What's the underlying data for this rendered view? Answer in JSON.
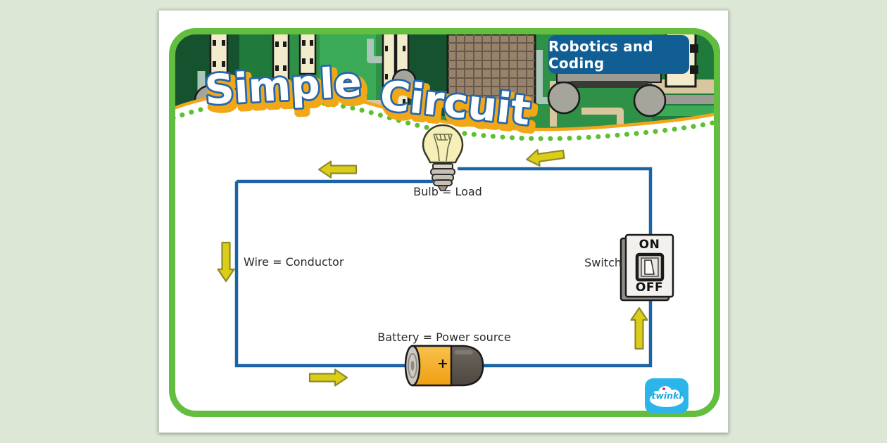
{
  "header": {
    "title_word1": "Simple",
    "title_word2": "Circuit",
    "badge_label": "Robotics and Coding"
  },
  "diagram": {
    "bulb_label": "Bulb = Load",
    "wire_label": "Wire = Conductor",
    "switch_label": "Switch",
    "battery_label": "Battery = Power source",
    "switch_on": "ON",
    "switch_off": "OFF",
    "battery_plus": "+",
    "arrows": {
      "top_left": "left",
      "top_right": "left",
      "left_side": "down",
      "bottom": "right",
      "right_side": "up"
    }
  },
  "footer": {
    "logo_text": "twinkl"
  },
  "colors": {
    "page_background": "#dce7d6",
    "border_green": "#63be3f",
    "pcb_green": "#2e9147",
    "wave_orange": "#f2a71b",
    "dot_green": "#5cc032",
    "wire_blue": "#1a63a5",
    "arrow_yellow": "#dccd18",
    "badge_blue": "#115e94",
    "logo_blue": "#2cb5e9",
    "title_outline_blue": "#2566ae",
    "title_shadow_orange": "#f0a818"
  }
}
